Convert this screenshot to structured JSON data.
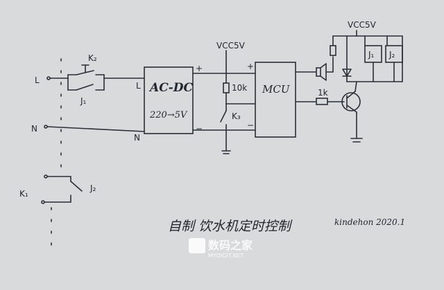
{
  "labels": {
    "line_L": "L",
    "neutral_N": "N",
    "k2": "K₂",
    "j1_contact": "J₁",
    "k1": "K₁",
    "j2_contact": "J₂",
    "acdc_title": "AC-DC",
    "acdc_ratio": "220→5V",
    "acdc_in_l": "L",
    "acdc_in_n": "N",
    "acdc_out_plus": "+",
    "acdc_out_minus": "−",
    "mcu_in_plus": "+",
    "mcu_in_minus": "−",
    "vcc_left": "VCC5V",
    "resistor_10k": "10k",
    "switch_k3": "K₃",
    "mcu": "MCU",
    "resistor_1k": "1k",
    "vcc_right": "VCC5V",
    "relay_j1": "J₁",
    "relay_j2": "J₂"
  },
  "caption": {
    "title": "自制 饮水机定时控制",
    "author": "kindehon 2020.1"
  },
  "watermark": {
    "name": "数码之家",
    "url": "MYDIGIT.NET"
  }
}
